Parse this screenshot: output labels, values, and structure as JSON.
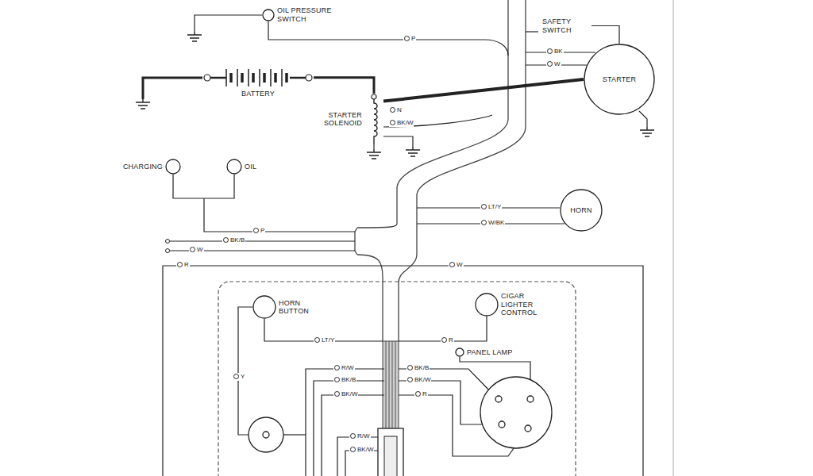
{
  "diagram": {
    "nodes": [
      {
        "text": [
          "OIL PRESSURE SWITCH"
        ]
      },
      {
        "text": [
          "SAFETY SWITCH"
        ]
      },
      {
        "text": [
          "BATTERY"
        ]
      },
      {
        "text": [
          "STARTER"
        ]
      },
      {
        "text": [
          "STARTER SOLENOID"
        ]
      },
      {
        "text": [
          "CHARGING"
        ]
      },
      {
        "text": [
          "OIL"
        ]
      },
      {
        "text": [
          "HORN"
        ]
      },
      {
        "text": [
          "HORN BUTTON"
        ]
      },
      {
        "text": [
          "CIGAR LIGHTER CONTROL"
        ]
      },
      {
        "text": [
          "PANEL LAMP"
        ]
      }
    ],
    "edges": [
      {
        "from": 2,
        "to": 4,
        "arrow": "none"
      },
      {
        "from": 4,
        "to": 3,
        "arrow": "none"
      },
      {
        "from": 1,
        "to": 3,
        "arrow": "none"
      },
      {
        "from": 5,
        "to": 6,
        "arrow": "none"
      }
    ],
    "labels": [
      "P",
      "N",
      "BK/W",
      "BK",
      "W",
      "P",
      "BK/B",
      "W",
      "R",
      "LT/Y",
      "W/BK",
      "W",
      "LT/Y",
      "R",
      "R/W",
      "BK/B",
      "BK/W",
      "BK/B",
      "BK/W",
      "R",
      "R/W",
      "BK/W",
      "Y"
    ]
  }
}
